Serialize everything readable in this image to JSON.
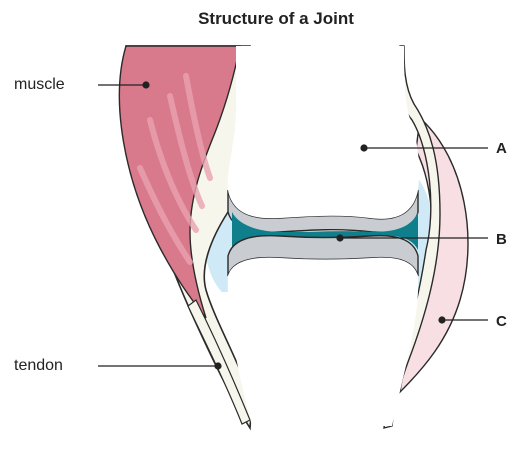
{
  "title": "Structure of a Joint",
  "labels": {
    "muscle": "muscle",
    "tendon": "tendon",
    "a": "A",
    "b": "B",
    "c": "C"
  },
  "colors": {
    "muscle": "#d97a8c",
    "muscle_light": "#e8a3b0",
    "bone": "#f7f6ec",
    "bone_outline": "#2a2a2a",
    "cartilage": "#c9cdd1",
    "synovial_fluid": "#0f7f8c",
    "capsule": "#cfeaf6",
    "ligament": "#f8dfe4",
    "leader": "#222222"
  }
}
